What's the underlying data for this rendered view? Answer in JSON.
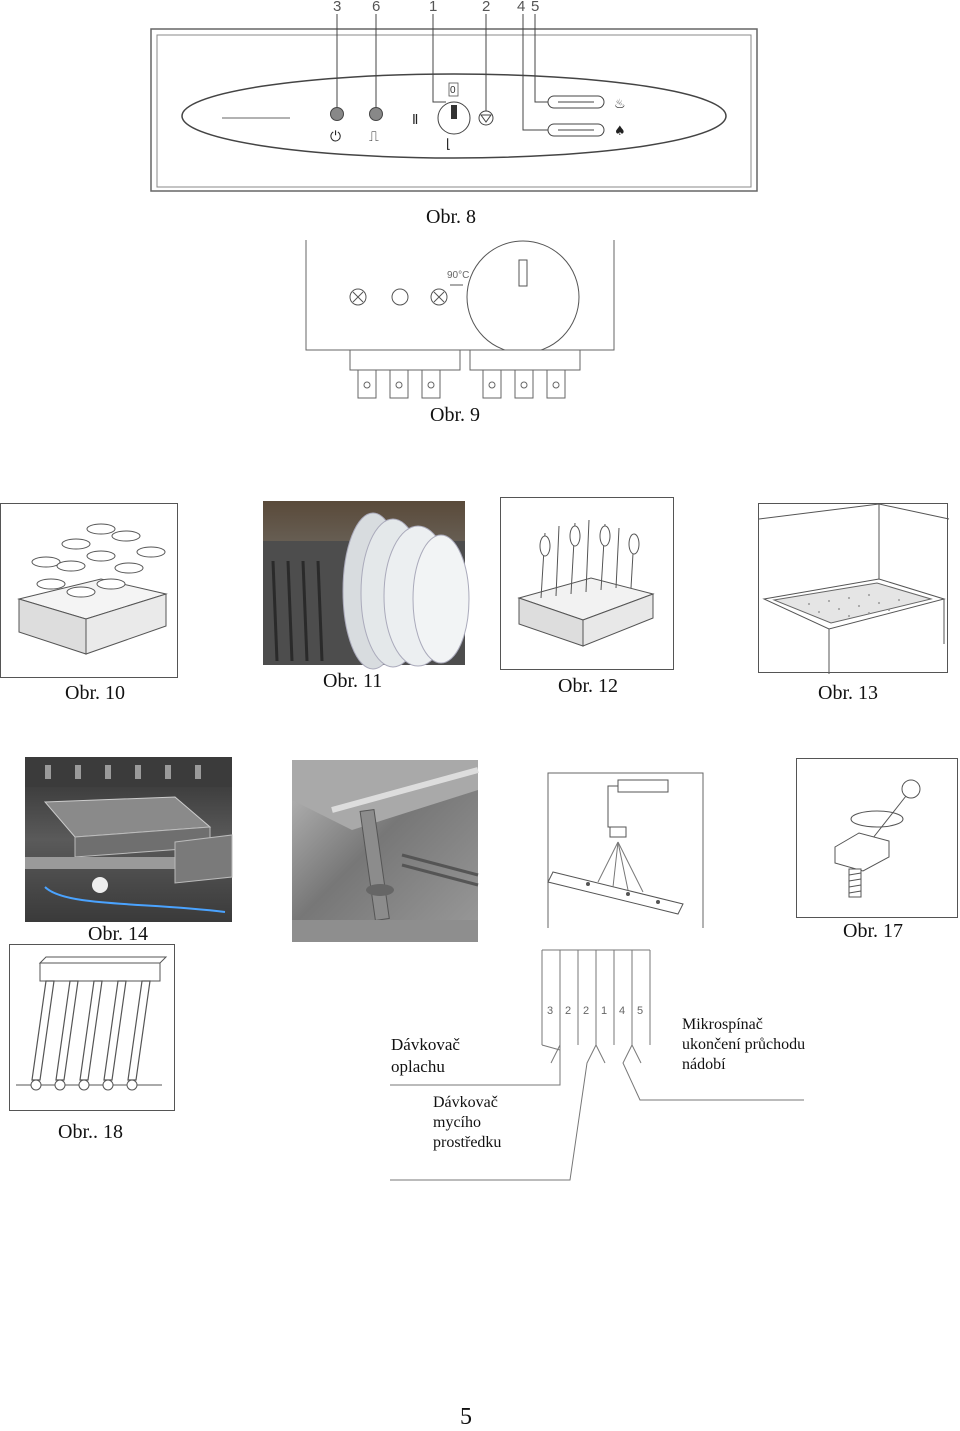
{
  "fig8": {
    "callouts": [
      "3",
      "6",
      "1",
      "2",
      "4",
      "5"
    ],
    "switch_zero": "0",
    "caption": "Obr. 8"
  },
  "fig9": {
    "temp_label": "90°C",
    "caption": "Obr. 9"
  },
  "row1": {
    "cap10": "Obr. 10",
    "cap11": "Obr. 11",
    "cap12": "Obr. 12",
    "cap13": "Obr. 13"
  },
  "row2": {
    "cap14": "Obr. 14",
    "cap17": "Obr. 17"
  },
  "fig18": {
    "caption": "Obr.. 18"
  },
  "wiring": {
    "terminals": [
      "3",
      "2",
      "2",
      "1",
      "4",
      "5"
    ],
    "label_rinse": [
      "Dávkovač",
      "oplachu"
    ],
    "label_detergent": [
      "Dávkovač",
      "mycího",
      "prostředku"
    ],
    "label_switch": [
      "Mikrospínač",
      "ukončení průchodu",
      "nádobí"
    ]
  },
  "page_number": "5"
}
